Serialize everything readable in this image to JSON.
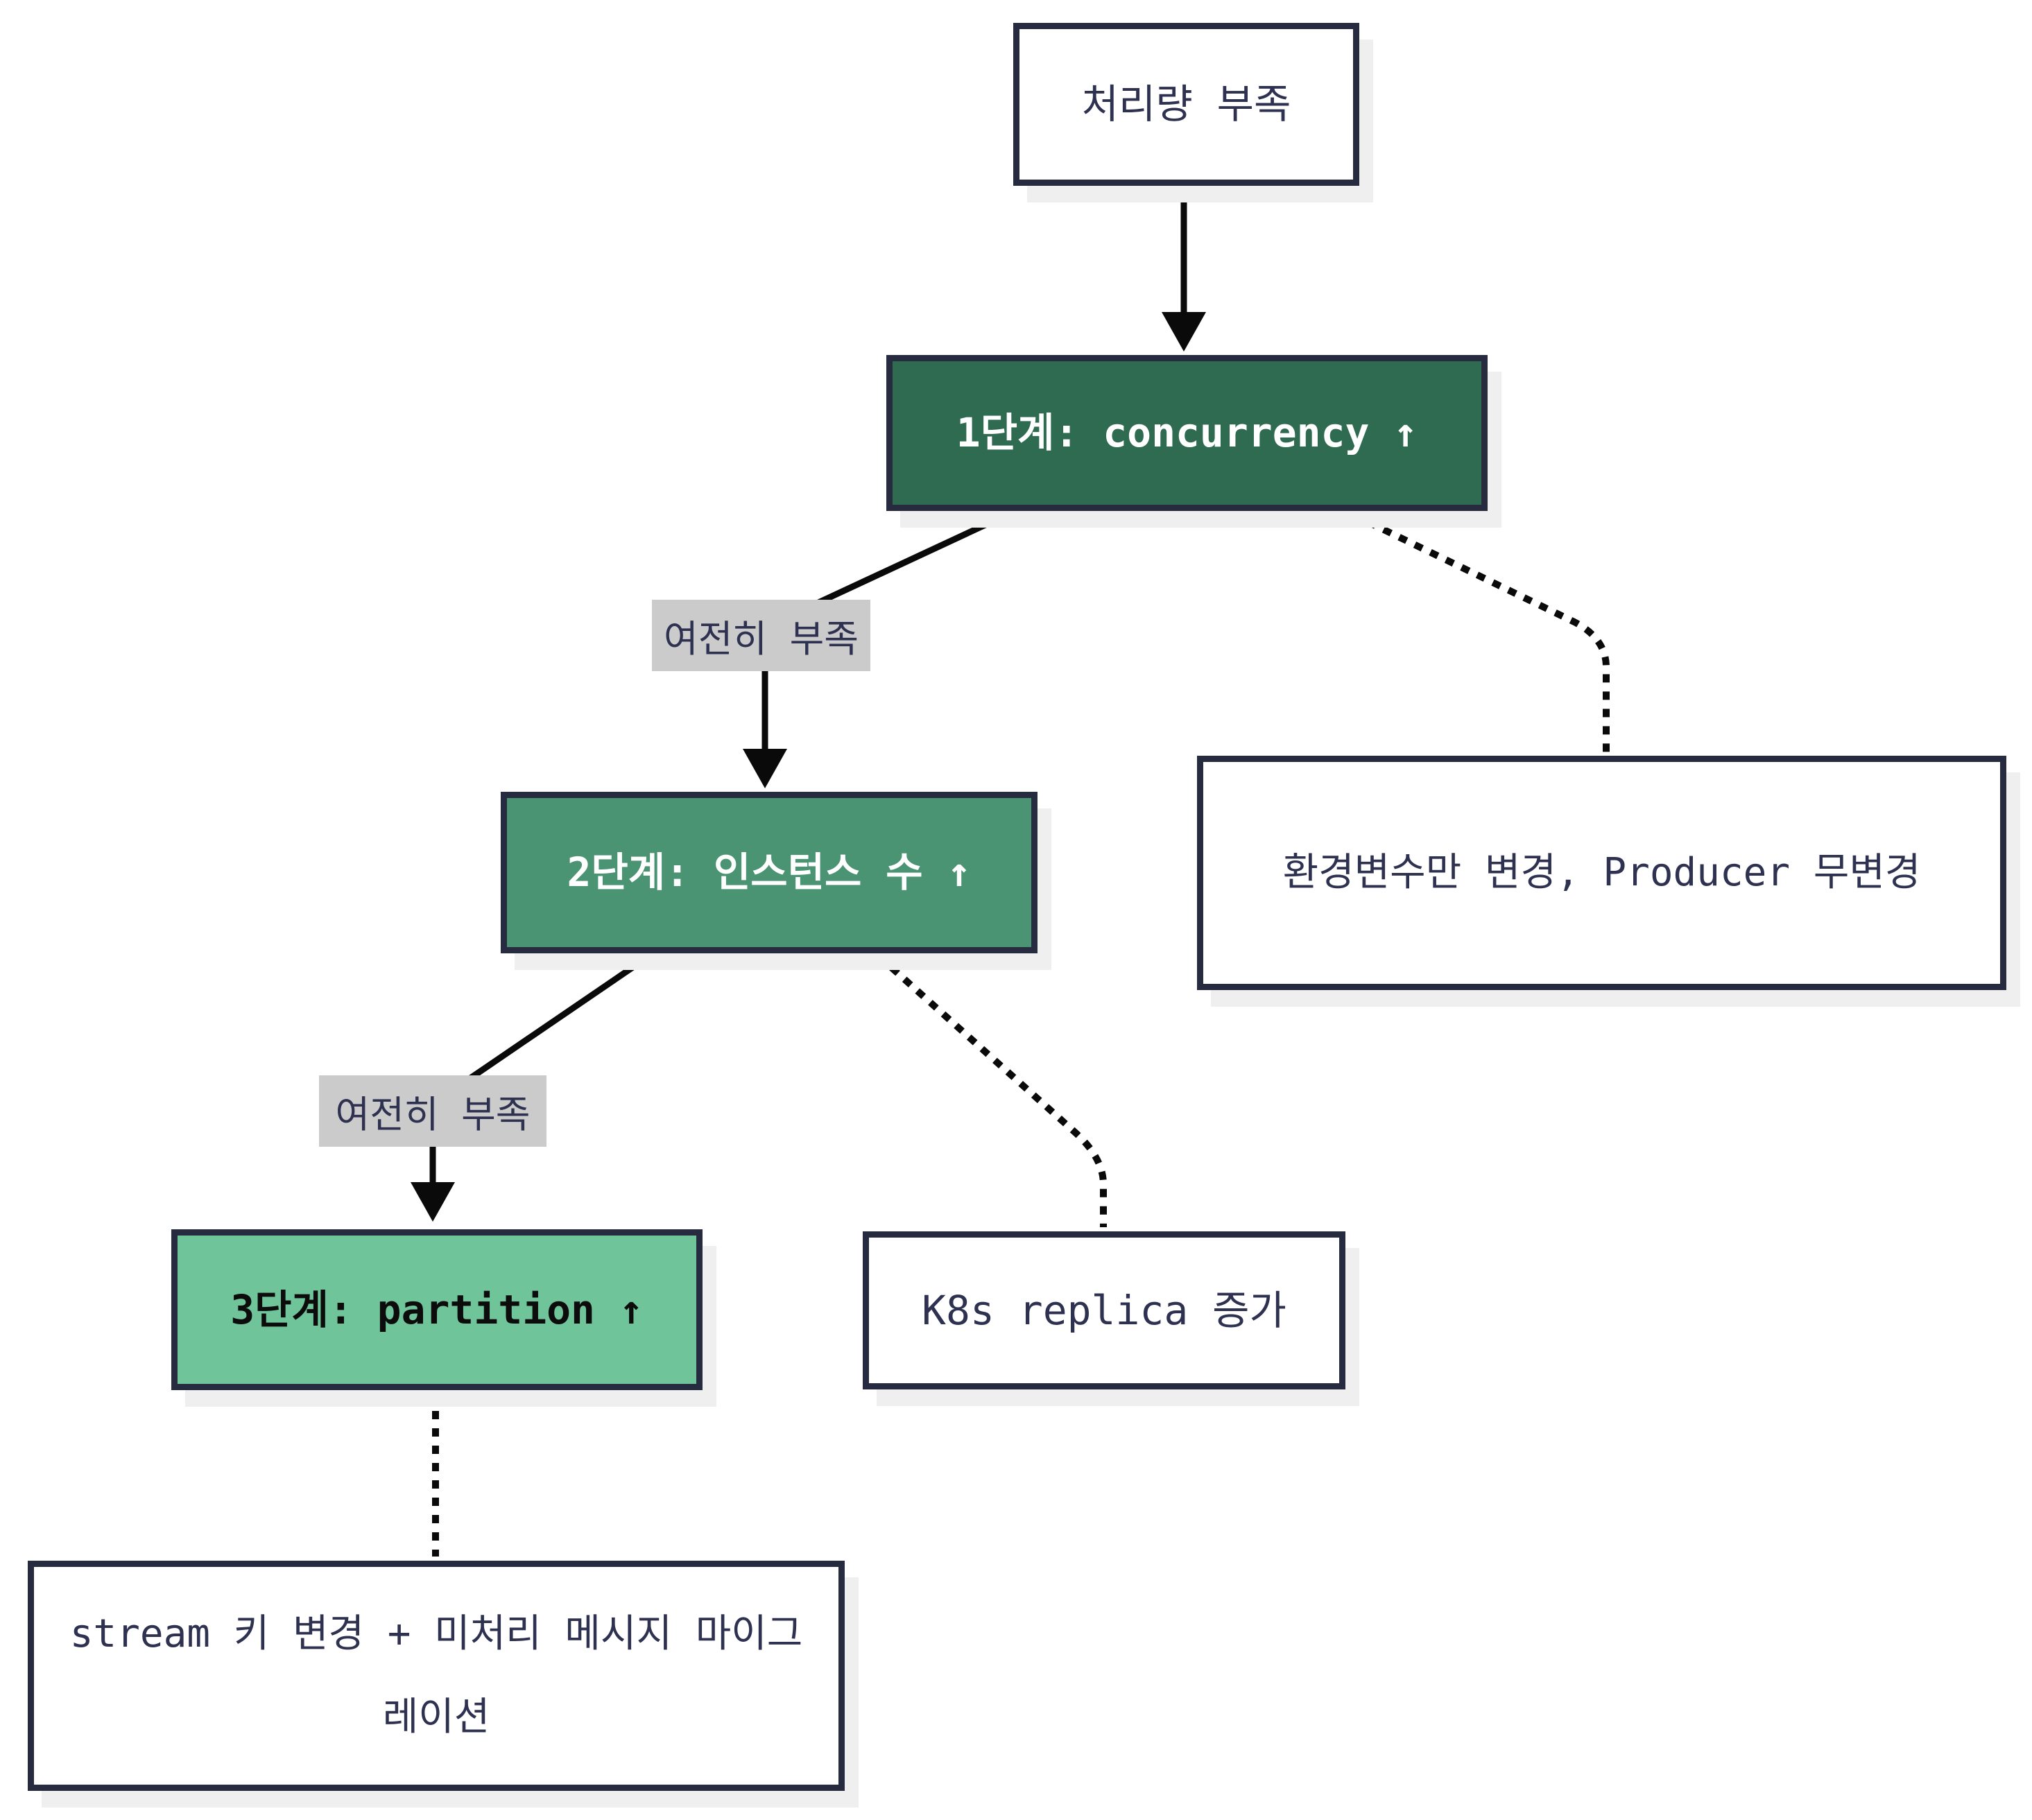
{
  "diagram": {
    "nodes": {
      "start": {
        "label": "처리량 부족"
      },
      "step1": {
        "label": "1단계: concurrency ↑"
      },
      "step2": {
        "label": "2단계: 인스턴스 수 ↑"
      },
      "step3": {
        "label": "3단계: partition ↑"
      },
      "note1": {
        "label": "환경변수만 변경, Producer 무변경"
      },
      "note2": {
        "label": "K8s replica 증가"
      },
      "note3": {
        "label": "stream 키 변경 + 미처리 메시지 마이그레이션"
      }
    },
    "edge_labels": {
      "step1_step2": "여전히 부족",
      "step2_step3": "여전히 부족"
    },
    "colors": {
      "background": "#ffffff",
      "border": "#262b40",
      "text_dark": "#2e3250",
      "text_on_dark": "#ffffff",
      "step1_fill": "#2f6b51",
      "step2_fill": "#4a9473",
      "step3_fill": "#6fc49a",
      "step3_text": "#0c0c0c",
      "label_bg": "#cbcbcb",
      "shadow": "#efefef",
      "edge": "#0a0a0a"
    }
  }
}
